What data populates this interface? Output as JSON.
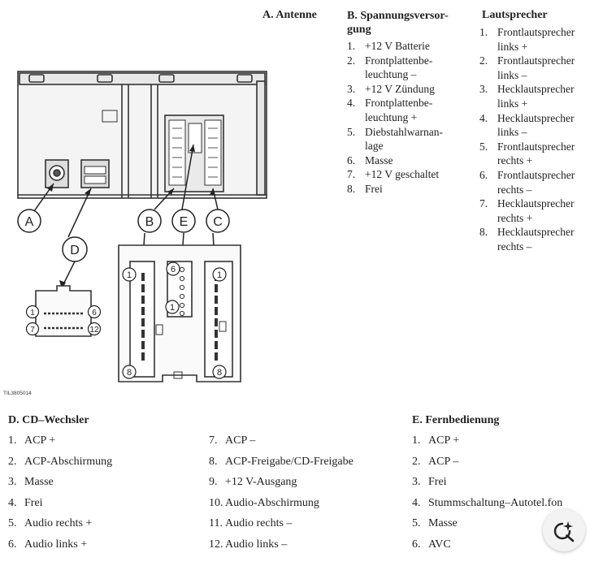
{
  "legend": {
    "antenna": {
      "title": "A. Antenne"
    },
    "power": {
      "title": "B. Spannungsversor-\ngung",
      "items": [
        {
          "n": "1.",
          "t": "+12 V Batterie"
        },
        {
          "n": "2.",
          "t": "Frontplattenbe-\nleuchtung –"
        },
        {
          "n": "3.",
          "t": "+12 V Zündung"
        },
        {
          "n": "4.",
          "t": "Frontplattenbe-\nleuchtung +"
        },
        {
          "n": "5.",
          "t": "Diebstahlwarnan-\nlage"
        },
        {
          "n": "6.",
          "t": "Masse"
        },
        {
          "n": "7.",
          "t": "+12 V geschaltet"
        },
        {
          "n": "8.",
          "t": "Frei"
        }
      ]
    },
    "speakers": {
      "title": "Lautsprecher",
      "items": [
        {
          "n": "1.",
          "t": "Frontlautsprecher\nlinks +"
        },
        {
          "n": "2.",
          "t": "Frontlautsprecher\nlinks –"
        },
        {
          "n": "3.",
          "t": "Hecklautsprecher\nlinks +"
        },
        {
          "n": "4.",
          "t": "Hecklautsprecher\nlinks –"
        },
        {
          "n": "5.",
          "t": "Frontlautsprecher\nrechts +"
        },
        {
          "n": "6.",
          "t": "Frontlautsprecher\nrechts –"
        },
        {
          "n": "7.",
          "t": "Hecklautsprecher\nrechts +"
        },
        {
          "n": "8.",
          "t": "Hecklautsprecher\nrechts –"
        }
      ]
    }
  },
  "diagram": {
    "callouts": [
      "A",
      "B",
      "E",
      "C",
      "D"
    ],
    "pin_labels": {
      "b_first": "1",
      "b_last": "8",
      "c_first": "1",
      "c_last": "8",
      "e_first": "6",
      "e_last": "1",
      "d_tl": "1",
      "d_tr": "6",
      "d_bl": "7",
      "d_br": "12"
    },
    "figure_code": "TIL3805014"
  },
  "cd_changer": {
    "title": "D. CD–Wechsler",
    "col1": [
      {
        "n": "1.",
        "t": "ACP +"
      },
      {
        "n": "2.",
        "t": "ACP-Abschirmung"
      },
      {
        "n": "3.",
        "t": "Masse"
      },
      {
        "n": "4.",
        "t": "Frei"
      },
      {
        "n": "5.",
        "t": "Audio rechts +"
      },
      {
        "n": "6.",
        "t": "Audio links +"
      }
    ],
    "col2": [
      {
        "n": "7.",
        "t": "ACP –"
      },
      {
        "n": "8.",
        "t": "ACP-Freigabe/CD-Freigabe"
      },
      {
        "n": "9.",
        "t": "+12 V-Ausgang"
      },
      {
        "n": "10.",
        "t": "Audio-Abschirmung"
      },
      {
        "n": "11.",
        "t": "Audio rechts –"
      },
      {
        "n": "12.",
        "t": "Audio links –"
      }
    ]
  },
  "remote": {
    "title": "E. Fernbedienung",
    "items": [
      {
        "n": "1.",
        "t": "ACP +"
      },
      {
        "n": "2.",
        "t": "ACP –"
      },
      {
        "n": "3.",
        "t": "Frei"
      },
      {
        "n": "4.",
        "t": "Stummschaltung–Autotel.fon"
      },
      {
        "n": "5.",
        "t": "Masse"
      },
      {
        "n": "6.",
        "t": "AVC"
      }
    ]
  },
  "ai_button": {
    "icon": "sparkle-search-icon"
  }
}
